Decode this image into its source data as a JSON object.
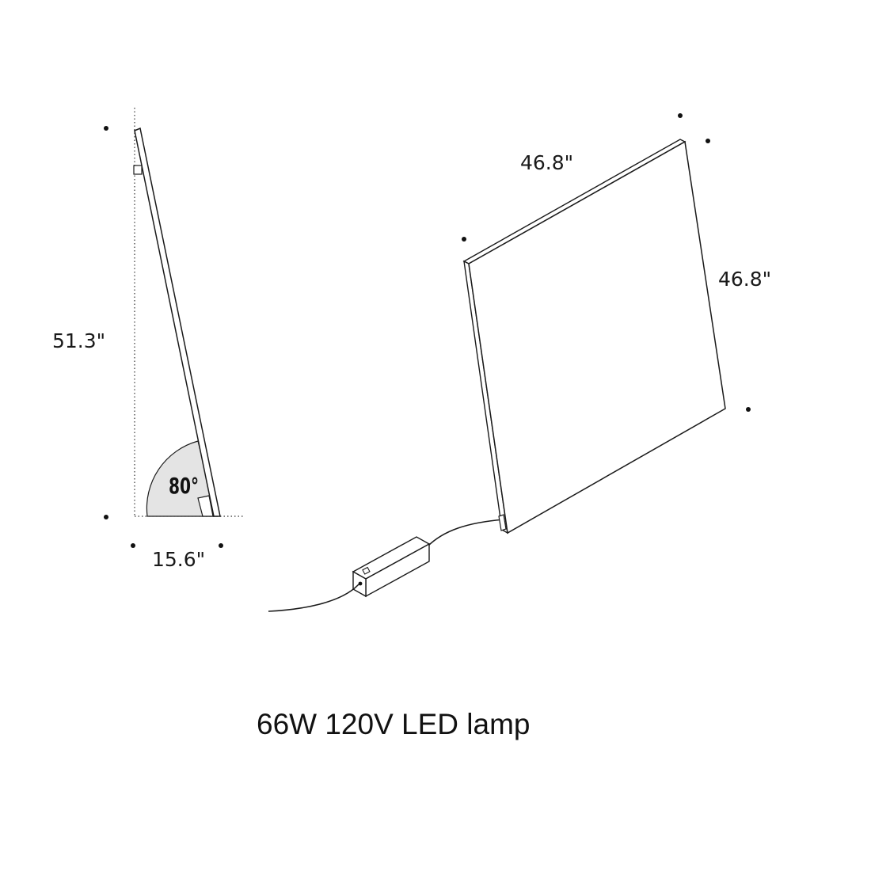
{
  "side_view": {
    "height_label": "51.3\"",
    "depth_label": "15.6\"",
    "angle_label": "80°"
  },
  "front_view": {
    "width_label": "46.8\"",
    "height_label": "46.8\""
  },
  "caption": "66W 120V LED lamp",
  "colors": {
    "line": "#1a1a1a",
    "angle_fill": "#e4e4e4",
    "background": "#ffffff"
  }
}
